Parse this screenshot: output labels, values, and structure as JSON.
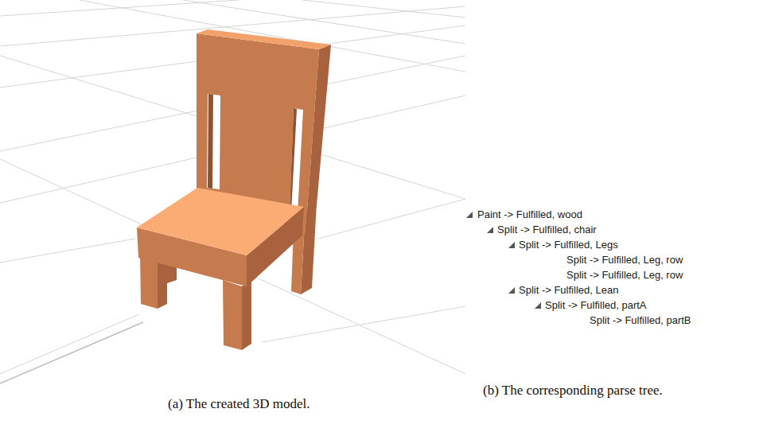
{
  "diagram": {
    "labels": [
      "Paint -> Fulfilled, wood",
      "Split -> Fulfilled, chair",
      "Split -> Fulfilled, Legs",
      "Split -> Fulfilled, Leg, row",
      "Split -> Fulfilled, Leg, row",
      "Split -> Fulfilled, Lean",
      "Split -> Fulfilled, partA",
      "Split -> Fulfilled, partB",
      "(a) The created 3D model.",
      "(b) The corresponding parse tree."
    ]
  }
}
